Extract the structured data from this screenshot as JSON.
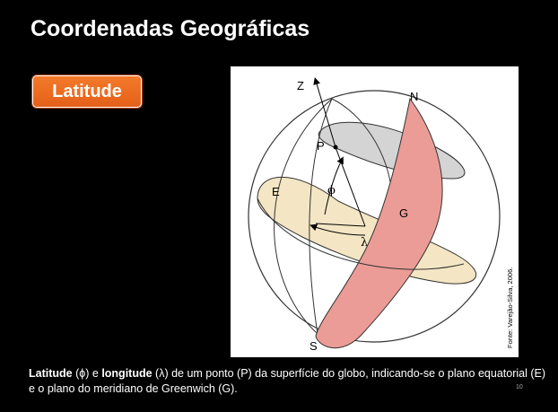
{
  "slide": {
    "title": "Coordenadas Geográficas",
    "badge": "Latitude",
    "page_number": "10"
  },
  "figure": {
    "labels": {
      "z": "Z",
      "n": "N",
      "p": "P",
      "s": "S",
      "e": "E",
      "g": "G",
      "phi": "ϕ",
      "lambda": "λ"
    },
    "credit": "Fonte: Varejão-Silva, 2006.",
    "colors": {
      "equator_fill": "#f4e6c4",
      "meridian_fill": "#eb9c96",
      "polar_cap_fill": "#d4d4d4"
    }
  },
  "caption": {
    "part1": "Latitude",
    "part2": " (ϕ) e ",
    "part3": "longitude",
    "part4": " (λ) de um ponto (P) da superfície do globo, indicando-se o plano equatorial (E) e o plano do meridiano de Greenwich (G)."
  },
  "colors": {
    "background": "#000000",
    "badge": "#ec6a22"
  }
}
